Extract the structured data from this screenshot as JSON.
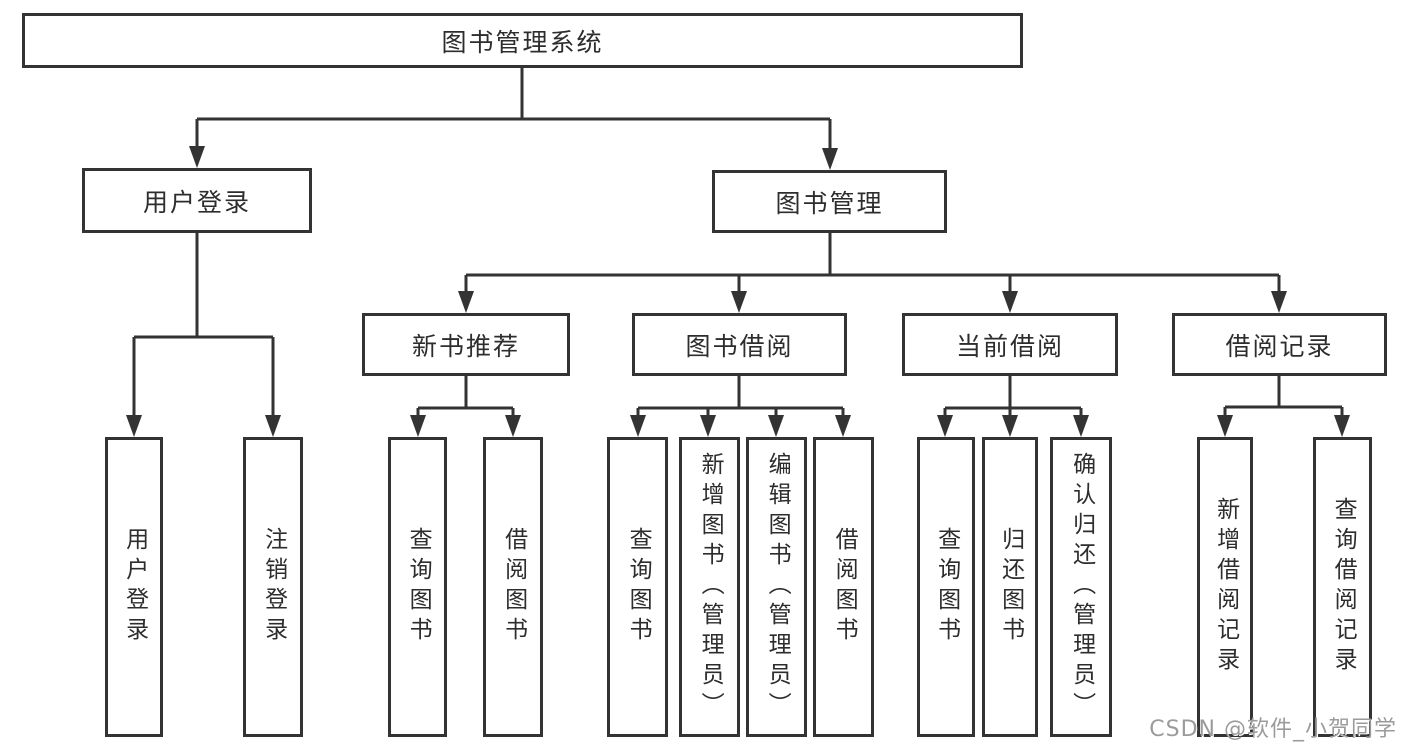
{
  "diagram": {
    "root_label": "图书管理系统",
    "branches": [
      {
        "label": "用户登录",
        "children": [
          "用户登录",
          "注销登录"
        ]
      },
      {
        "label": "图书管理",
        "groups": [
          {
            "label": "新书推荐",
            "children": [
              "查询图书",
              "借阅图书"
            ]
          },
          {
            "label": "图书借阅",
            "children": [
              "查询图书",
              "新增图书（管理员）",
              "编辑图书（管理员）",
              "借阅图书"
            ]
          },
          {
            "label": "当前借阅",
            "children": [
              "查询图书",
              "归还图书",
              "确认归还（管理员）"
            ]
          },
          {
            "label": "借阅记录",
            "children": [
              "新增借阅记录",
              "查询借阅记录"
            ]
          }
        ]
      }
    ]
  },
  "watermark": {
    "text": "CSDN @软件_小贺同学"
  },
  "colors": {
    "line": "#333333",
    "text": "#2d2d2d",
    "box_background": "#ffffff",
    "watermark": "#9b9b9b"
  }
}
